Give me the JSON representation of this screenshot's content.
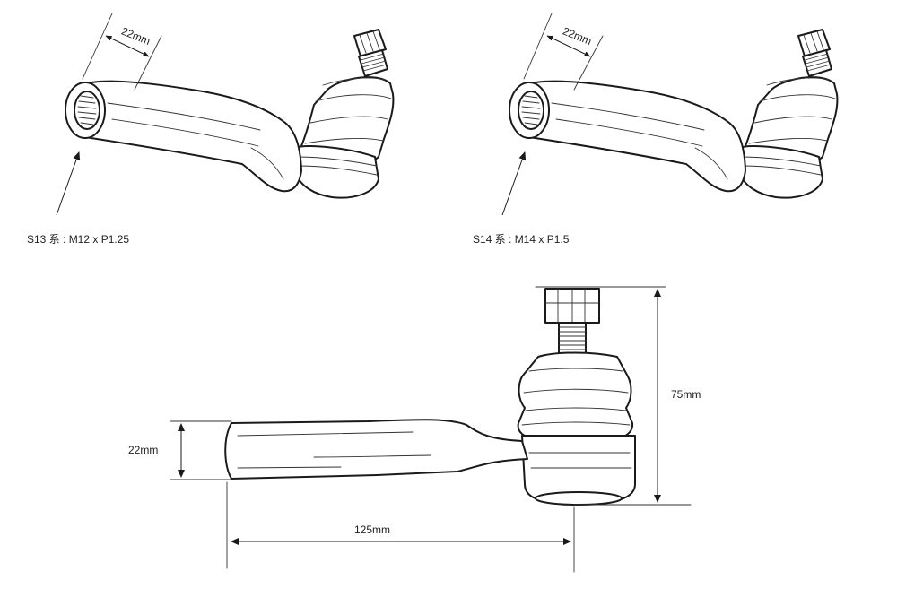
{
  "top_left": {
    "thread_label": "S13 系 : M12 x P1.25",
    "width_label": "22mm"
  },
  "top_right": {
    "thread_label": "S14 系 : M14 x P1.5",
    "width_label": "22mm"
  },
  "bottom": {
    "height_label": "75mm",
    "width_label": "22mm",
    "length_label": "125mm"
  },
  "colors": {
    "line": "#1a1a1a",
    "background": "#ffffff"
  }
}
